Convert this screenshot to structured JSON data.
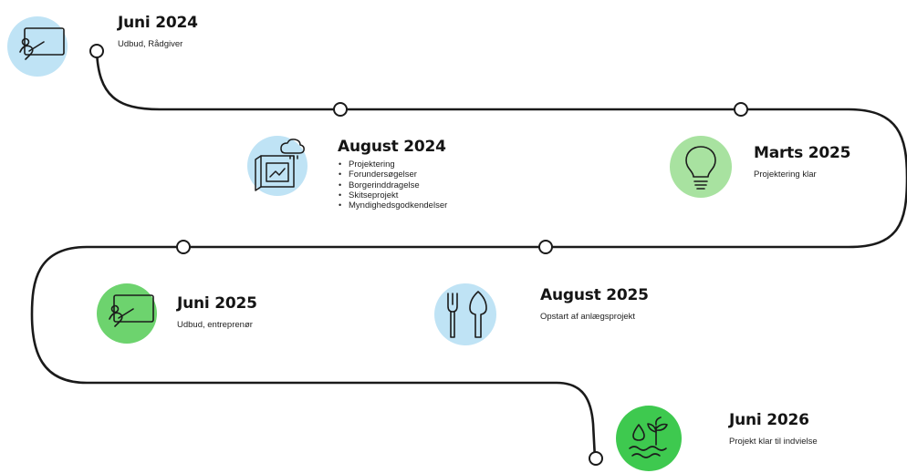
{
  "colors": {
    "line": "#1a1a1a",
    "node_fill": "#ffffff",
    "icon_stroke": "#1c1c1c",
    "light_blue": "#bfe3f5",
    "light_green": "#a8e2a0",
    "mid_green": "#6dd36e",
    "bright_green": "#3ec94f"
  },
  "milestones": [
    {
      "title": "Juni 2024",
      "subtitle": "Udbud, Rådgiver",
      "icon": "presentation-board-icon",
      "circle_color": "light_blue"
    },
    {
      "title": "August 2024",
      "icon": "blueprint-cloud-icon",
      "circle_color": "light_blue",
      "items": [
        "Projektering",
        "Forundersøgelser",
        "Borgerinddragelse",
        "Skitseprojekt",
        "Myndighedsgodkendelser"
      ]
    },
    {
      "title": "Marts 2025",
      "subtitle": "Projektering klar",
      "icon": "lightbulb-icon",
      "circle_color": "light_green"
    },
    {
      "title": "Juni 2025",
      "subtitle": "Udbud, entreprenør",
      "icon": "presentation-board-icon",
      "circle_color": "mid_green"
    },
    {
      "title": "August 2025",
      "subtitle": "Opstart af anlægsprojekt",
      "icon": "fork-trowel-icon",
      "circle_color": "light_blue"
    },
    {
      "title": "Juni 2026",
      "subtitle": "Projekt klar til indvielse",
      "icon": "plant-water-icon",
      "circle_color": "bright_green"
    }
  ]
}
